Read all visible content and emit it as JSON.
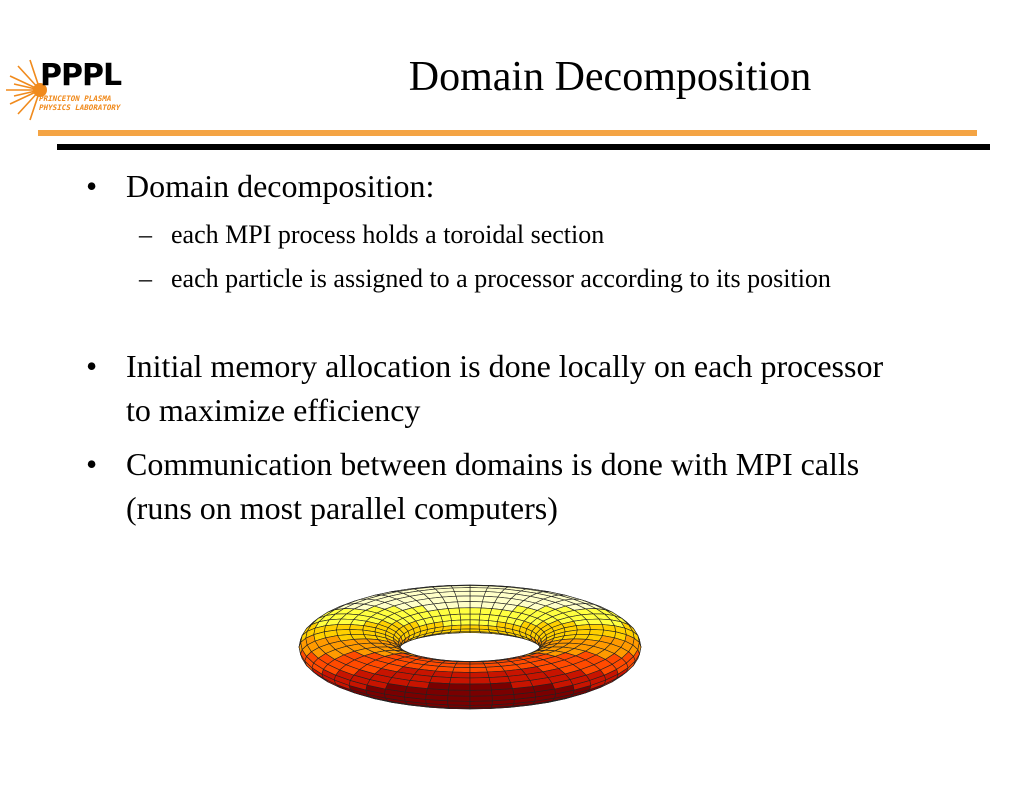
{
  "logo": {
    "letters": "PPPL",
    "line1": "PRINCETON PLASMA",
    "line2": "PHYSICS LABORATORY",
    "color_orange": "#f08a1c"
  },
  "title": "Domain Decomposition",
  "rule_colors": {
    "orange": "#f4a444",
    "black": "#000000"
  },
  "bullet_marks": {
    "main": "•",
    "sub": "–"
  },
  "bullets": [
    {
      "text": "Domain decomposition:",
      "subs": [
        "each MPI process holds a toroidal section",
        "each particle is assigned to a processor according to its position"
      ]
    },
    {
      "text": "Initial memory allocation is done locally on each processor to maximize efficiency"
    },
    {
      "text": "Communication between domains is done with MPI calls (runs on most parallel computers)"
    }
  ],
  "torus": {
    "colors": [
      "#7a0000",
      "#c81400",
      "#ff4a00",
      "#ff9a00",
      "#ffd000",
      "#ffff40",
      "#ffffc8"
    ]
  }
}
